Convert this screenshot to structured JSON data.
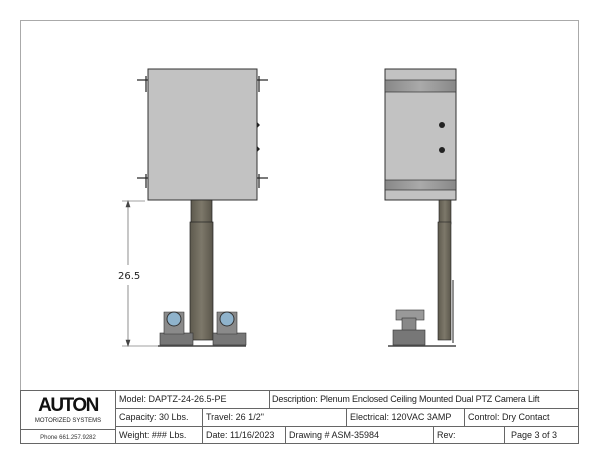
{
  "dimension": {
    "travel_label": "26.5"
  },
  "title_block": {
    "logo": {
      "name": "AUTON",
      "subtitle": "MOTORIZED SYSTEMS"
    },
    "phone": "Phone 661.257.9282",
    "model": "Model:  DAPTZ-24-26.5-PE",
    "description": "Description:  Plenum Enclosed Ceiling Mounted Dual PTZ Camera Lift",
    "capacity": "Capacity:  30 Lbs.",
    "travel": "Travel:  26 1/2\"",
    "electrical": "Electrical: 120VAC  3AMP",
    "control": "Control: Dry Contact",
    "weight": "Weight: ### Lbs.",
    "date": "Date: 11/16/2023",
    "drawing": "Drawing # ASM-35984",
    "rev": "Rev:",
    "page": "Page 3  of  3"
  }
}
